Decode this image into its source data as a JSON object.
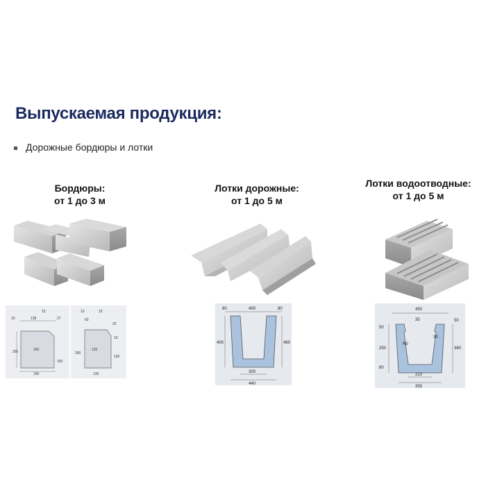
{
  "heading": "Выпускаемая продукция:",
  "bullet": "Дорожные бордюры и лотки",
  "products": [
    {
      "name": "Бордюры:",
      "range": "от 1 до 3 м"
    },
    {
      "name": "Лотки дорожные:",
      "range": "от 1 до 5 м"
    },
    {
      "name": "Лотки водоотводные:",
      "range": "от 1 до 5 м"
    }
  ],
  "drawing_curb1": {
    "dims": [
      "15",
      "10",
      "138",
      "27",
      "165",
      "300",
      "150",
      "190"
    ]
  },
  "drawing_curb2": {
    "dims": [
      "10",
      "15",
      "60",
      "25",
      "125",
      "15",
      "100",
      "200",
      "130"
    ]
  },
  "drawing_tray": {
    "dims": [
      "80",
      "400",
      "80",
      "400",
      "480",
      "300",
      "440"
    ]
  },
  "drawing_drain": {
    "dims": [
      "450",
      "50",
      "35",
      "50",
      "30",
      "R0",
      "250",
      "380",
      "80",
      "210",
      "355"
    ]
  },
  "colors": {
    "heading": "#1a2a5e",
    "profile_fill": "#a9c3df",
    "drawing_bg": "#eceef2"
  }
}
